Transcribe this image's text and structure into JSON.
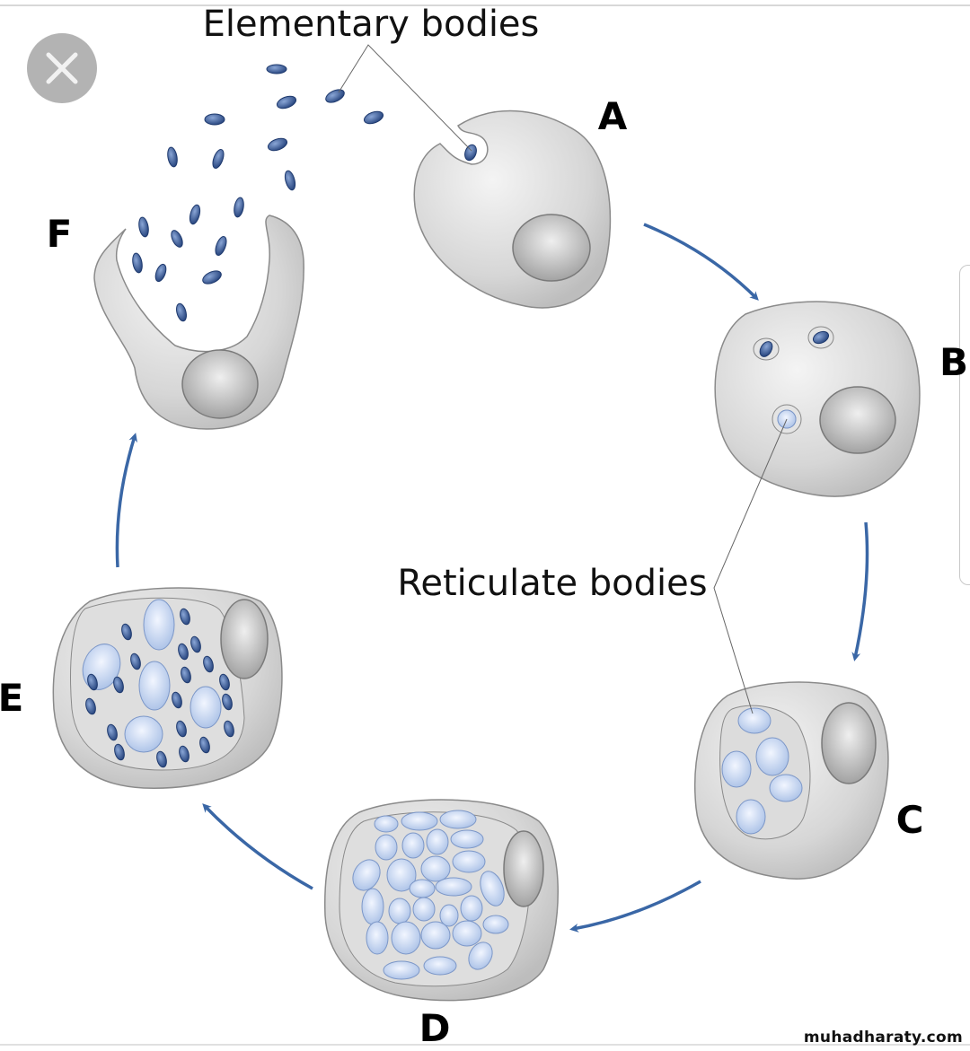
{
  "diagram": {
    "title_labels": {
      "elementary": "Elementary bodies",
      "reticulate": "Reticulate bodies"
    },
    "stages": [
      "A",
      "B",
      "C",
      "D",
      "E",
      "F"
    ],
    "colors": {
      "cell": "#d4d4d4",
      "cell_edge": "#8a8a8a",
      "eb": "#3e5f9a",
      "rb": "#c8d8f2",
      "arrow": "#3a67a6"
    }
  },
  "ui": {
    "close_icon": "close-icon",
    "watermark": "muhadharaty.com"
  }
}
